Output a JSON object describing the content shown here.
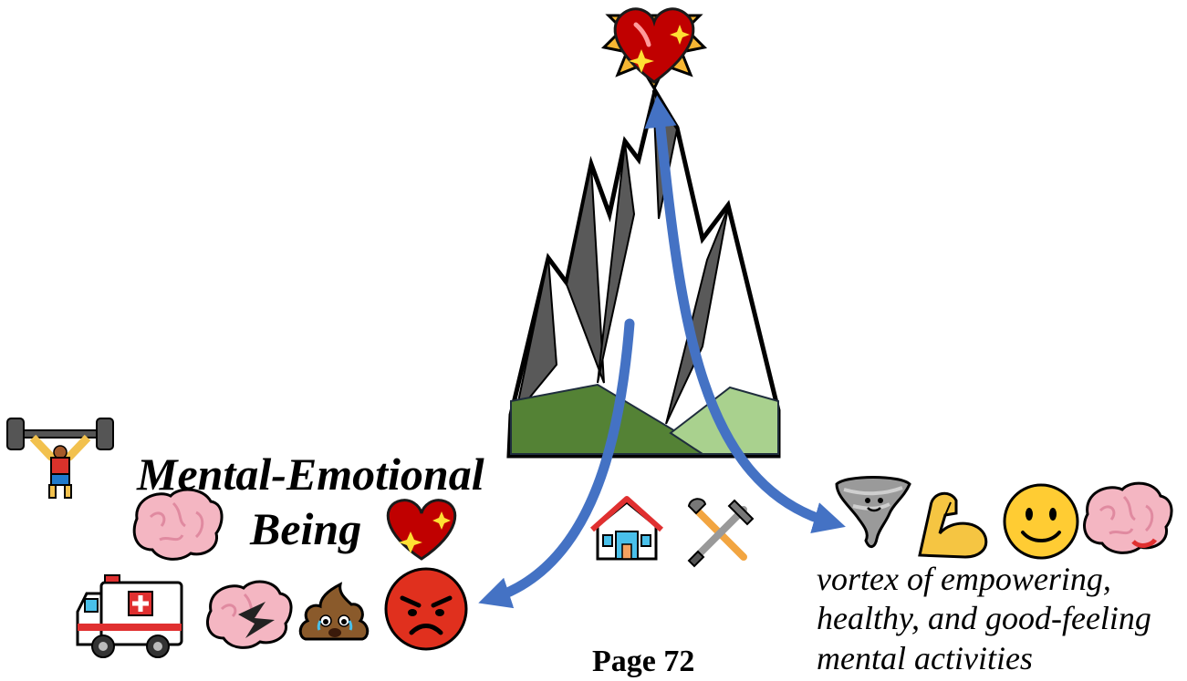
{
  "title": {
    "line1": "Mental-Emotional",
    "line2": "Being"
  },
  "caption": {
    "line1": "vortex of empowering,",
    "line2": "healthy, and good-feeling",
    "line3": "mental activities"
  },
  "page": {
    "label": "Page 72"
  },
  "icons": {
    "top": "sparkling-heart-icon",
    "left_top": "weightlifter-icon",
    "left_title": [
      "brain-icon",
      "sparkling-heart-icon"
    ],
    "left_bottom": [
      "ambulance-icon",
      "brain-lightning-icon",
      "poop-icon",
      "angry-face-icon"
    ],
    "center_bottom": [
      "house-icon",
      "tools-icon"
    ],
    "right": [
      "tornado-icon",
      "flexed-biceps-icon",
      "smiling-face-icon",
      "brain-icon"
    ]
  },
  "colors": {
    "arrow": "#4472c4",
    "mountain_dark": "#595959",
    "mountain_light": "#ffffff",
    "hill_dark": "#548235",
    "hill_light": "#a9d18e",
    "heart": "#c00000",
    "brain": "#f4b6c2",
    "angry": "#e0301e",
    "smile": "#ffcc33"
  }
}
